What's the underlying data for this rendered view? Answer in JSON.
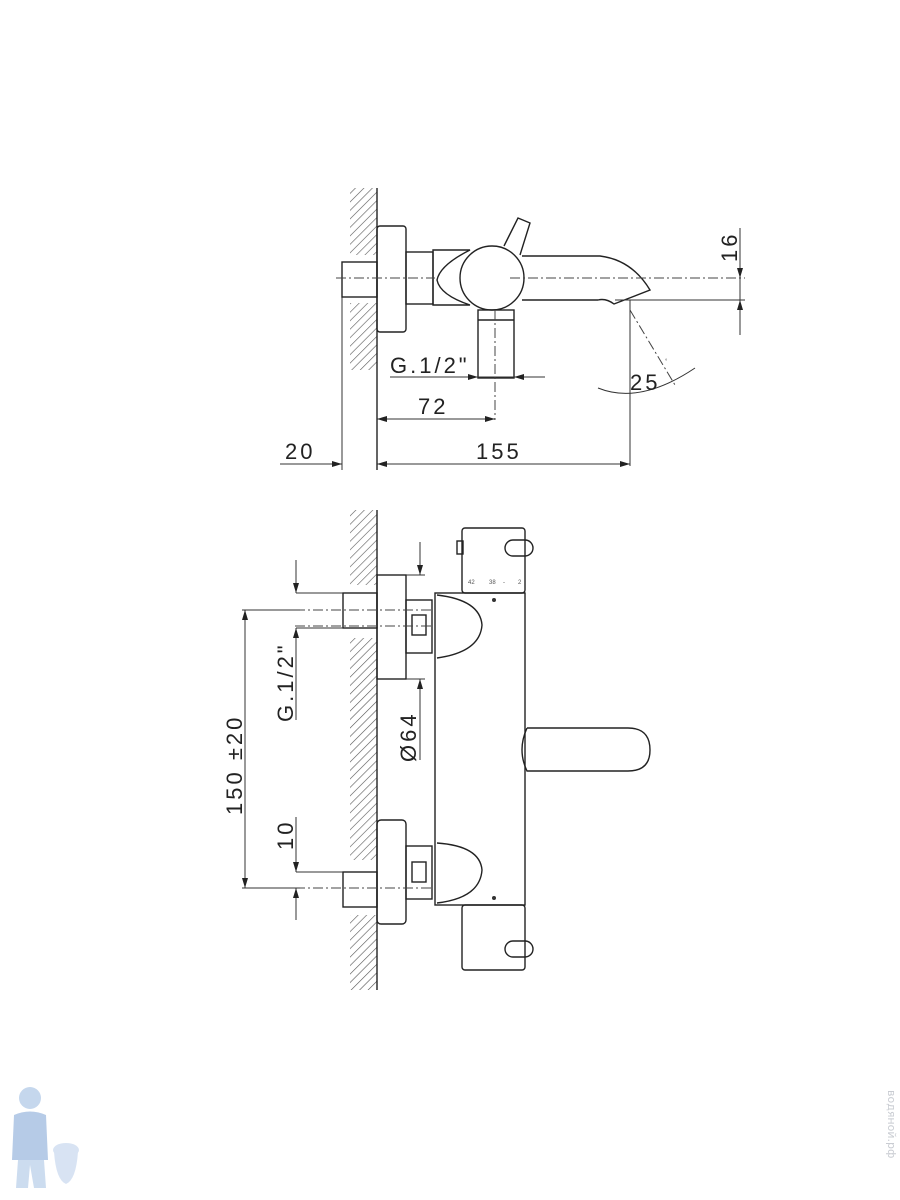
{
  "side_view": {
    "dim_wall_offset": "20",
    "dim_total_projection": "155",
    "dim_outlet_distance": "72",
    "dim_outlet_thread": "G.1/2\"",
    "dim_spout_angle": "25",
    "dim_spout_angle_unit": "°",
    "dim_spout_height": "16"
  },
  "front_view": {
    "dim_inlet_spacing": "150 ±20",
    "dim_inlet_thread": "G.1/2\"",
    "dim_flange_diameter": "Ø64",
    "dim_inlet_adjust": "10",
    "dial_marks": [
      "42",
      "38",
      "-",
      "2"
    ]
  },
  "watermark": "водяной.рф"
}
